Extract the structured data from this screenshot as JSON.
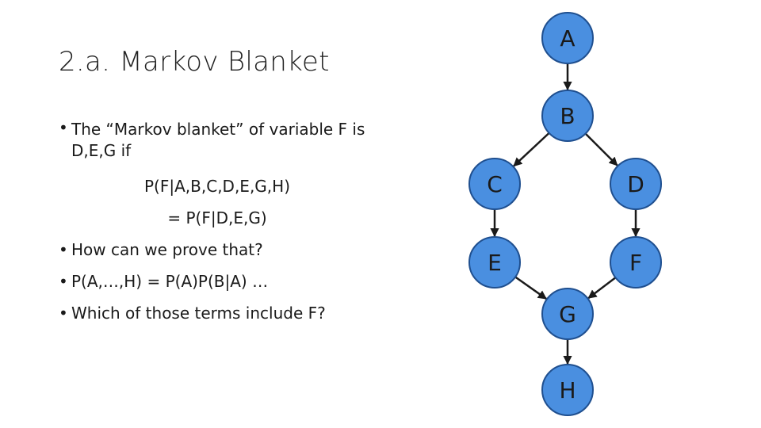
{
  "slide": {
    "title": "2.a. Markov Blanket",
    "bullets": {
      "b1_line1": "The “Markov blanket” of variable F is",
      "b1_line2": "D,E,G if",
      "eq1": "P(F|A,B,C,D,E,G,H)",
      "eq2": "= P(F|D,E,G)",
      "b2": "How can we prove that?",
      "b3": "P(A,…,H) = P(A)P(B|A) …",
      "b4": "Which of those terms include F?"
    },
    "bullet_glyph": "•"
  },
  "diagram": {
    "node_fill": "#4a8fe0",
    "node_stroke": "#1f4f8f",
    "edge_color": "#1a1a1a",
    "nodes": [
      {
        "id": "A",
        "label": "A"
      },
      {
        "id": "B",
        "label": "B"
      },
      {
        "id": "C",
        "label": "C"
      },
      {
        "id": "D",
        "label": "D"
      },
      {
        "id": "E",
        "label": "E"
      },
      {
        "id": "F",
        "label": "F"
      },
      {
        "id": "G",
        "label": "G"
      },
      {
        "id": "H",
        "label": "H"
      }
    ],
    "edges": [
      {
        "from": "A",
        "to": "B"
      },
      {
        "from": "B",
        "to": "C"
      },
      {
        "from": "B",
        "to": "D"
      },
      {
        "from": "C",
        "to": "E"
      },
      {
        "from": "D",
        "to": "F"
      },
      {
        "from": "E",
        "to": "G"
      },
      {
        "from": "F",
        "to": "G"
      },
      {
        "from": "G",
        "to": "H"
      }
    ]
  }
}
